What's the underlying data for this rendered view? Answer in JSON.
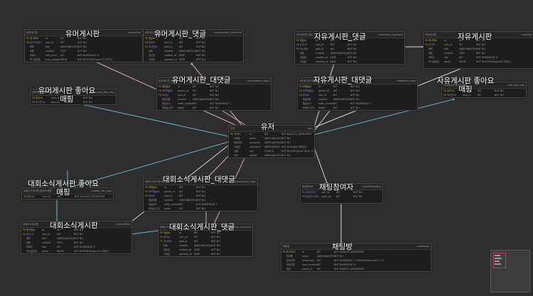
{
  "tables": [
    {
      "id": "humor",
      "title": "유머게시판",
      "logical": "유머게시판",
      "physical": "humorPost",
      "rows": [
        [
          "PK",
          "게시판id",
          "id",
          "INT",
          "NOT NULL",
          ""
        ],
        [
          "FK",
          "유저 아이디",
          "user_id",
          "INT",
          "NOT NULL",
          ""
        ],
        [
          "",
          "제목",
          "title",
          "VARCHAR(100)",
          "NOT NULL",
          ""
        ],
        [
          "",
          "내용",
          "content",
          "TEXT",
          "NOT NULL",
          ""
        ],
        [
          "",
          "조회수",
          "hits_count",
          "INT",
          "NOT NULL",
          "DEFAULT 0"
        ],
        [
          "",
          "게시글유형",
          "post_category",
          "ENUM",
          "NOT NULL",
          "CHECK(type IN ('유머'))"
        ]
      ]
    },
    {
      "id": "humor_comment",
      "title": "유머게시판_댓글",
      "logical": "유머게시판 댓글",
      "physical": "humorboard_comment",
      "rows": [
        [
          "PK",
          "댓글id",
          "id",
          "INT",
          "NOT NULL",
          ""
        ],
        [
          "FK",
          "유저id",
          "user_id",
          "INT",
          "NOT NULL",
          ""
        ],
        [
          "FK",
          "게시판id",
          "post_id",
          "INT",
          "NOT NULL",
          ""
        ],
        [
          "",
          "내용",
          "content",
          "VARCHAR(300)",
          "NOT NULL",
          ""
        ],
        [
          "",
          "생성일",
          "created_at",
          "DATE",
          "NOT NULL",
          ""
        ],
        [
          "",
          "수정일",
          "updated_at",
          "DATE",
          "NOT NULL",
          ""
        ]
      ]
    },
    {
      "id": "free_comment",
      "title": "자유게시판_댓글",
      "logical": "자유게시판 댓글",
      "physical": "freeboard_comment",
      "rows": [
        [
          "PK",
          "댓글id",
          "id",
          "INT",
          "NOT NULL",
          ""
        ],
        [
          "FK",
          "유저 id",
          "user_id",
          "INT",
          "NOT NULL",
          ""
        ],
        [
          "FK",
          "게시판id",
          "post_id",
          "INT",
          "NOT NULL",
          ""
        ],
        [
          "",
          "내용",
          "content",
          "VARCHAR(300)",
          "NOT NULL",
          ""
        ],
        [
          "",
          "생성일",
          "created_at",
          "DATE",
          "NOT NULL",
          ""
        ],
        [
          "",
          "수정일",
          "updated_at",
          "DATE",
          "NOT NULL",
          ""
        ]
      ]
    },
    {
      "id": "free",
      "title": "자유게시판",
      "logical": "자유게시판",
      "physical": "freePost",
      "rows": [
        [
          "PK",
          "게시판id",
          "id",
          "INT",
          "NOT NULL",
          ""
        ],
        [
          "FK",
          "유저id",
          "user_id",
          "INT",
          "NOT NULL",
          ""
        ],
        [
          "",
          "제목",
          "title",
          "VARCHAR(100)",
          "NOT NULL",
          ""
        ],
        [
          "",
          "내용",
          "content",
          "TEXT",
          "NOT NULL",
          ""
        ],
        [
          "",
          "조회수",
          "hits",
          "INT",
          "NOT NULL",
          "DEFAULT 0"
        ],
        [
          "",
          "게시글유형",
          "genre",
          "ENUM",
          "NOT NULL",
          "CHECK(type IN ('자유'))"
        ],
        [
          "",
          "",
          "",
          "",
          "",
          ""
        ]
      ]
    },
    {
      "id": "humor_reply",
      "title": "유머게시판_대댓글",
      "logical": "유머게시판 대댓글",
      "physical": "humorboard_reply",
      "rows": [
        [
          "PK",
          "대댓글id",
          "id",
          "INT",
          "NOT NULL",
          ""
        ],
        [
          "FK",
          "부모댓글id",
          "parent_id",
          "INT",
          "NOT NULL",
          ""
        ],
        [
          "FK",
          "유저id",
          "user_id",
          "INT",
          "NOT NULL",
          ""
        ],
        [
          "",
          "댓글내용",
          "content",
          "VARCHAR(300)",
          "NOT NULL",
          ""
        ],
        [
          "",
          "댓글순서",
          "order_number",
          "INT",
          "NOT NULL",
          "DEFAULT 1"
        ],
        [
          "",
          "대댓글 깊이",
          "depth",
          "INT",
          "NOT NULL",
          ""
        ]
      ]
    },
    {
      "id": "free_reply",
      "title": "자유게시판_대댓글",
      "logical": "자유게시판 대댓글",
      "physical": "freeboard_reply",
      "rows": [
        [
          "PK",
          "대댓글id",
          "id",
          "INT",
          "NOT NULL",
          ""
        ],
        [
          "FK",
          "부모댓글id",
          "parent_id",
          "INT",
          "NOT NULL",
          ""
        ],
        [
          "FK",
          "유저id",
          "user_id",
          "INT",
          "NOT NULL",
          ""
        ],
        [
          "",
          "댓글내용",
          "content",
          "VARCHAR(300)",
          "NOT NULL",
          ""
        ],
        [
          "",
          "댓글순서",
          "order_number",
          "INT",
          "NOT NULL",
          "DEFAULT 1"
        ],
        [
          "",
          "대댓글 깊이",
          "depth",
          "INT",
          "NOT NULL",
          ""
        ]
      ]
    },
    {
      "id": "humor_like",
      "title": "유머게시판 좋아요\n매핑",
      "logical": "유머게시판 좋아요 매핑",
      "physical": "humor_like_map",
      "rows": [
        [
          "PK",
          "유저 id",
          "user_id",
          "INT",
          "NOT NULL",
          ""
        ],
        [
          "FK",
          "게시판 id",
          "post_id",
          "INT",
          "NOT NULL",
          ""
        ]
      ]
    },
    {
      "id": "free_like",
      "title": "자유게시판 좋아요\n매핑",
      "logical": "자유게시판 좋아요 매핑",
      "physical": "free_like_map",
      "rows": [
        [
          "PK",
          "유저 id",
          "user_id",
          "INT",
          "NOT NULL",
          ""
        ],
        [
          "FK",
          "게시판 id",
          "post_id",
          "INT",
          "NOT NULL",
          ""
        ]
      ]
    },
    {
      "id": "user",
      "title": "유저",
      "logical": "유저",
      "physical": "user",
      "rows": [
        [
          "PK",
          "아이디",
          "id",
          "INT",
          "NOT NULL",
          "AUTO_INCREMENT"
        ],
        [
          "",
          "이메일",
          "email",
          "VARCHAR(100)",
          "NOT NULL",
          ""
        ],
        [
          "",
          "비밀번호",
          "password",
          "VARCHAR(255)",
          "NOT NULL",
          ""
        ],
        [
          "",
          "닉네임",
          "nickname",
          "VARCHAR(50)",
          "NOT NULL",
          "length 최대길이"
        ],
        [
          "",
          "성별",
          "sex",
          "CHAR(1)",
          "NOT NULL",
          "CHECK(sex IN('M','F'))"
        ],
        [
          "",
          "학교",
          "school",
          "VARCHAR(100)",
          "NOT NULL",
          ""
        ]
      ]
    },
    {
      "id": "contest_like",
      "title": "대회소식게시판 좋아요\n매핑",
      "logical": "대회소식게시판 좋아요 매핑",
      "physical": "contest_like_map",
      "rows": [
        [
          "PK",
          "유저 id",
          "user_id",
          "INT",
          "NOT NULL",
          "AUTO_INCREMENT"
        ]
      ]
    },
    {
      "id": "contest_reply",
      "title": "대회소식게시판_대댓글",
      "logical": "대회소식게시판 대댓글",
      "physical": "contestboard_reply",
      "rows": [
        [
          "PK",
          "대댓글id",
          "id",
          "INT",
          "NOT NULL",
          ""
        ],
        [
          "FK",
          "부모댓글id",
          "parent_id",
          "INT",
          "NOT NULL",
          ""
        ],
        [
          "FK",
          "유저id",
          "user_id",
          "INT",
          "NOT NULL",
          ""
        ],
        [
          "",
          "댓글내용",
          "content",
          "VARCHAR(300)",
          "NOT NULL",
          ""
        ],
        [
          "",
          "댓글순서",
          "order_number",
          "INT",
          "NOT NULL",
          "DEFAULT 1"
        ],
        [
          "",
          "대댓글 깊이",
          "depth",
          "INT",
          "NOT NULL",
          ""
        ]
      ]
    },
    {
      "id": "team_member",
      "title": "채팅참여자",
      "logical": "채팅참여자",
      "physical": "chatParticipant",
      "rows": [
        [
          "FK",
          "유저아이디",
          "user_id",
          "INT",
          "NOT NULL",
          ""
        ],
        [
          "FK",
          "채팅방 아이디",
          "room_id",
          "INT",
          "NOT NULL",
          ""
        ],
        [
          "",
          "",
          "",
          "",
          "",
          ""
        ]
      ]
    },
    {
      "id": "contest",
      "title": "대회소식게시판",
      "logical": "대회소식게시판",
      "physical": "contestPost",
      "rows": [
        [
          "PK",
          "게시판id",
          "id",
          "INT",
          "NOT NULL",
          ""
        ],
        [
          "FK",
          "유저 id",
          "user_id",
          "INT",
          "NOT NULL",
          ""
        ],
        [
          "",
          "제목",
          "title",
          "VARCHAR(100)",
          "NOT NULL",
          ""
        ],
        [
          "",
          "내용",
          "content",
          "TEXT",
          "NOT NULL",
          ""
        ],
        [
          "",
          "조회수",
          "hits",
          "INT",
          "NOT NULL",
          "DEFAULT 0"
        ],
        [
          "",
          "게시글유형",
          "genre",
          "ENUM",
          "NOT NULL",
          "CHECK(type IN ('대회'))"
        ]
      ]
    },
    {
      "id": "contest_comment",
      "title": "대회소식게시판_댓글",
      "logical": "대회소식게시판 댓글",
      "physical": "contestboard_comment",
      "rows": [
        [
          "PK",
          "댓글id",
          "id",
          "INT",
          "NOT NULL",
          ""
        ],
        [
          "FK",
          "유저id",
          "user_id",
          "INT",
          "NOT NULL",
          ""
        ],
        [
          "FK",
          "게시판id",
          "post_id",
          "INT",
          "NOT NULL",
          ""
        ],
        [
          "",
          "내용",
          "content",
          "VARCHAR(300)",
          "NOT NULL",
          ""
        ],
        [
          "",
          "생성일",
          "created_at",
          "DATE",
          "NOT NULL",
          ""
        ],
        [
          "",
          "수정일",
          "updated_at",
          "DATE",
          "NOT NULL",
          ""
        ]
      ]
    },
    {
      "id": "chatroom",
      "title": "채팅방",
      "logical": "채팅방",
      "physical": "chatRoom",
      "rows": [
        [
          "PK",
          "방 아이디",
          "id",
          "INT",
          "NOT NULL",
          "AUTO_INCREMENT"
        ],
        [
          "",
          "방이름",
          "name",
          "VARCHAR(255)",
          "NOT NULL",
          ""
        ],
        [
          "",
          "참여인원",
          "headcount",
          "INT",
          "NOT NULL",
          "DEFAULT 2 CHECK(headcount >= 2)"
        ],
        [
          "",
          "최대인원",
          "max_number",
          "INT",
          "NOT NULL",
          "DEFAULT 5"
        ],
        [
          "",
          "방장",
          "owner_id",
          "INT",
          "NOT NULL",
          "AUTO_INCREMENT"
        ]
      ]
    }
  ],
  "colors": {
    "relation_cyan": "#5fb8c9",
    "relation_pink": "#e3a6bb",
    "relation_white": "#d8d8d8"
  }
}
